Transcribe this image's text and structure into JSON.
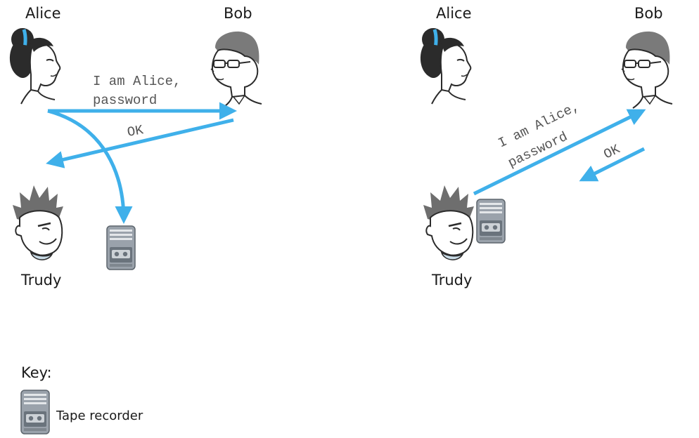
{
  "left_scene": {
    "alice_label": "Alice",
    "bob_label": "Bob",
    "trudy_label": "Trudy",
    "msg_line1": "I am Alice,",
    "msg_line2": "password",
    "reply": "OK"
  },
  "right_scene": {
    "alice_label": "Alice",
    "bob_label": "Bob",
    "trudy_label": "Trudy",
    "msg_line1": "I am Alice,",
    "msg_line2": "password",
    "reply": "OK"
  },
  "key": {
    "title": "Key:",
    "tape_recorder_label": "Tape recorder"
  },
  "colors": {
    "arrow": "#3fb0ea",
    "hair": "#2b2b2b",
    "skin": "#ffffff",
    "recorder_body": "#9aa2ab",
    "recorder_dark": "#6a737c",
    "trudy_collar": "#c9dbe6"
  },
  "icons": {
    "alice": "alice-person-icon",
    "bob": "bob-person-icon",
    "trudy": "trudy-person-icon",
    "recorder": "tape-recorder-icon"
  }
}
